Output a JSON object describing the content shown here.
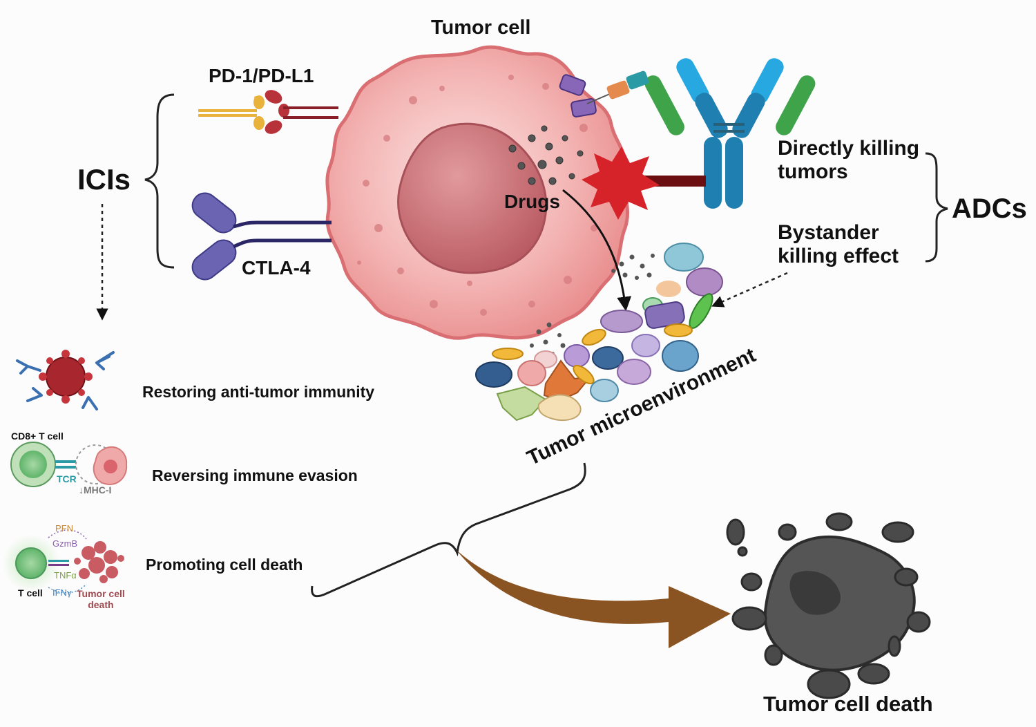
{
  "labels": {
    "tumor_cell": "Tumor cell",
    "pd1_pdl1": "PD-1/PD-L1",
    "icis": "ICIs",
    "ctla4": "CTLA-4",
    "drugs": "Drugs",
    "directly_killing_line1": "Directly killing",
    "directly_killing_line2": "tumors",
    "adcs": "ADCs",
    "bystander_line1": "Bystander",
    "bystander_line2": "killing effect",
    "tumor_microenvironment": "Tumor microenvironment",
    "restoring_immunity": "Restoring anti-tumor immunity",
    "reversing_evasion": "Reversing immune evasion",
    "promoting_death": "Promoting cell death",
    "tumor_cell_death": "Tumor cell death"
  },
  "inset_labels": {
    "cd8_t_cell": "CD8+ T cell",
    "tcr": "TCR",
    "mhc_i": "↓MHC-I",
    "pfn": "PFN",
    "gzmb": "GzmB",
    "tnfa": "TNFα",
    "ifng": "IFNγ",
    "t_cell": "T cell",
    "tumor_cell_death_line1": "Tumor cell",
    "tumor_cell_death_line2": "death"
  },
  "colors": {
    "tumor_pink": "#f0a3a3",
    "nucleus": "#c9676e",
    "ctla4_purple": "#6a64b3",
    "pd1_yellow": "#e9b23a",
    "pdl1_red": "#b8323a",
    "antibody_blue": "#2a8fc2",
    "antibody_green": "#3fa34a",
    "payload_red": "#d6232a",
    "linker_dark": "#6b0f12",
    "arrow_brown": "#8a5422",
    "dead_cell_gray": "#4a4a4a",
    "tcr_teal": "#2a9aa5"
  }
}
